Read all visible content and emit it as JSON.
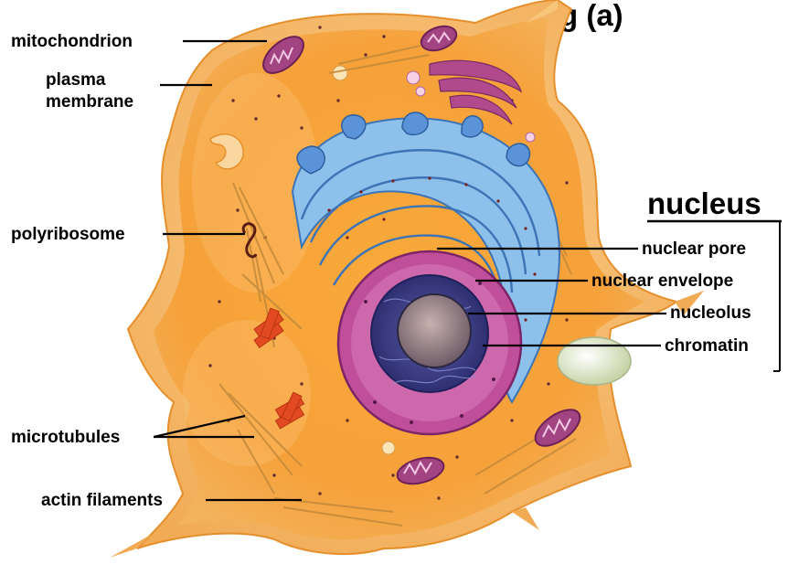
{
  "title_fragment": "g (a)",
  "left_labels": {
    "mitochondrion": "mitochondrion",
    "plasma_line1": "plasma",
    "plasma_line2": "membrane",
    "polyribosome": "polyribosome",
    "microtubules": "microtubules",
    "actin": "actin filaments"
  },
  "nucleus": {
    "heading": "nucleus",
    "parts": [
      "nuclear pore",
      "nuclear envelope",
      "nucleolus",
      "chromatin"
    ]
  },
  "colors": {
    "cytoplasm": "#f7a43a",
    "membrane": "#f8c67a",
    "er_blue": "#7fb4e6",
    "nuclear_envelope": "#c0509c",
    "nucleoplasm": "#3c3e8c",
    "nucleolus": "#8c7a86",
    "mitochondrion": "#9b3a7a"
  }
}
